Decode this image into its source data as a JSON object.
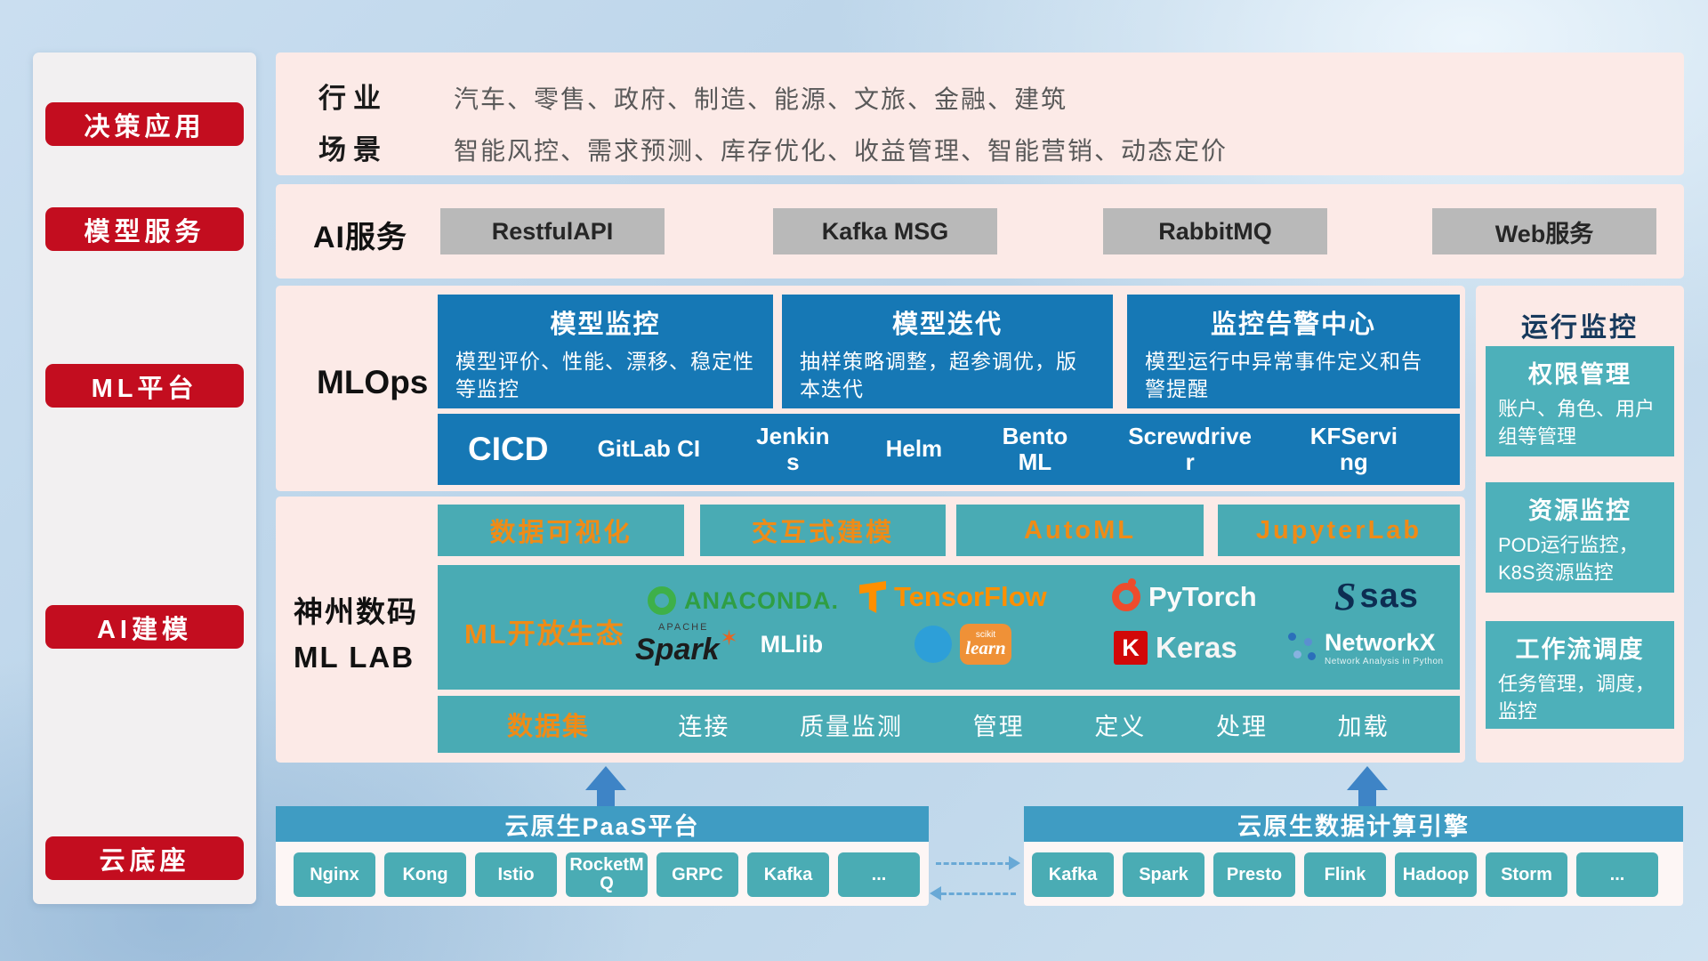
{
  "sidebar": {
    "items": [
      "决策应用",
      "模型服务",
      "ML平台",
      "AI建模",
      "云底座"
    ]
  },
  "industry": {
    "rows": [
      {
        "label": "行业",
        "value": "汽车、零售、政府、制造、能源、文旅、金融、建筑"
      },
      {
        "label": "场景",
        "value": "智能风控、需求预测、库存优化、收益管理、智能营销、动态定价"
      }
    ]
  },
  "ai_service": {
    "label": "AI服务",
    "items": [
      "RestfulAPI",
      "Kafka MSG",
      "RabbitMQ",
      "Web服务"
    ]
  },
  "mlops": {
    "label": "MLOps",
    "cards": [
      {
        "title": "模型监控",
        "desc": "模型评价、性能、漂移、稳定性等监控"
      },
      {
        "title": "模型迭代",
        "desc": "抽样策略调整，超参调优，版本迭代"
      },
      {
        "title": "监控告警中心",
        "desc": "模型运行中异常事件定义和告警提醒"
      }
    ],
    "cicd_label": "CICD",
    "cicd_items": [
      "GitLab CI",
      "Jenkins",
      "Helm",
      "BentoML",
      "Screwdriver",
      "KFServing"
    ]
  },
  "monitoring": {
    "title": "运行监控",
    "cards": [
      {
        "title": "权限管理",
        "desc": "账户、角色、用户组等管理"
      },
      {
        "title": "资源监控",
        "desc": "POD运行监控，K8S资源监控"
      },
      {
        "title": "工作流调度",
        "desc": "任务管理，调度，监控"
      }
    ]
  },
  "mllab": {
    "label1": "神州数码",
    "label2": "ML LAB",
    "tools": [
      "数据可视化",
      "交互式建模",
      "AutoML",
      "JupyterLab"
    ],
    "ecosystem_label": "ML开放生态",
    "logos": {
      "anaconda": "ANACONDA.",
      "tensorflow": "TensorFlow",
      "pytorch": "PyTorch",
      "sas": "sas",
      "spark_apache": "APACHE",
      "spark": "Spark",
      "mllib": "MLlib",
      "sklearn_top": "scikit",
      "sklearn": "learn",
      "keras_k": "K",
      "keras": "Keras",
      "networkx": "NetworkX",
      "networkx_sub": "Network Analysis in Python"
    },
    "dataset_label": "数据集",
    "dataset_items": [
      "连接",
      "质量监测",
      "管理",
      "定义",
      "处理",
      "加载"
    ]
  },
  "cloud": {
    "paas_title": "云原生PaaS平台",
    "paas_items": [
      "Nginx",
      "Kong",
      "Istio",
      "RocketMQ",
      "GRPC",
      "Kafka",
      "..."
    ],
    "engine_title": "云原生数据计算引擎",
    "engine_items": [
      "Kafka",
      "Spark",
      "Presto",
      "Flink",
      "Hadoop",
      "Storm",
      "..."
    ]
  },
  "colors": {
    "red": "#c30d1f",
    "panel_pink": "#fceae7",
    "card_blue": "#1678b5",
    "teal": "#49abb4",
    "orange": "#ef8b17",
    "paas_bar_blue": "#3f9cc3",
    "gray_button": "#b9b9b9",
    "monitor_title_navy": "#17395c",
    "arrow_blue": "#3e84c6"
  }
}
